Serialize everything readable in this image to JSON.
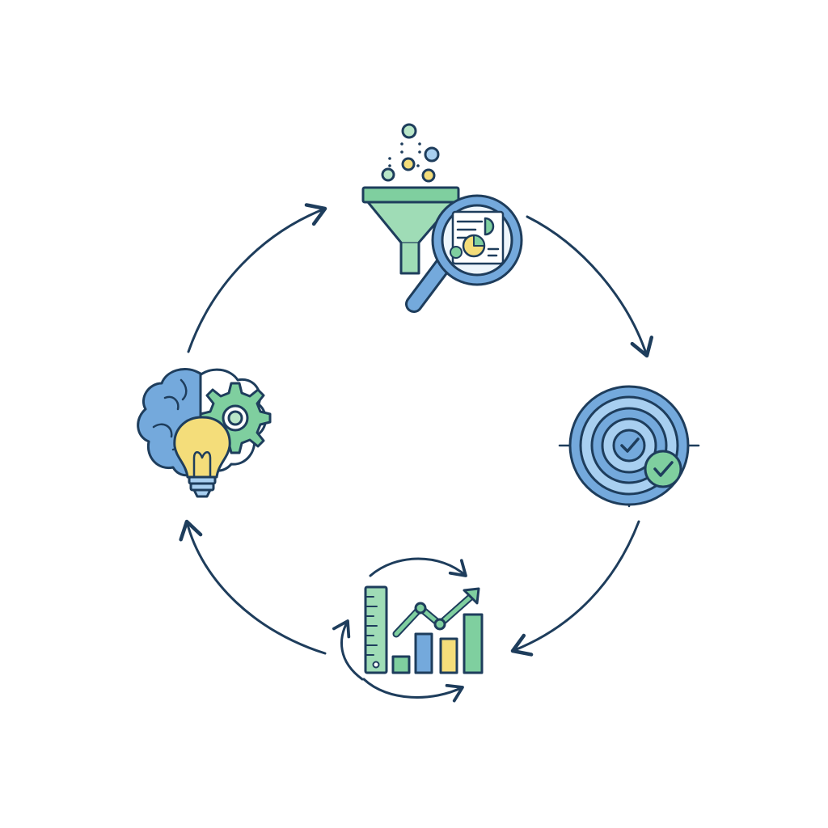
{
  "diagram": {
    "type": "cycle",
    "direction": "clockwise",
    "stages": [
      {
        "position": "top",
        "icon": "data-funnel-magnifier-icon"
      },
      {
        "position": "right",
        "icon": "target-check-icon"
      },
      {
        "position": "bottom",
        "icon": "measurement-growth-chart-icon"
      },
      {
        "position": "left",
        "icon": "brain-gear-lightbulb-icon"
      }
    ],
    "colors": {
      "outline": "#1e3d5c",
      "blue": "#74a9dc",
      "light_blue": "#a8cff0",
      "green": "#7fcf9f",
      "light_green": "#b9e6c8",
      "yellow": "#f4dd7a",
      "background": "#ffffff"
    }
  }
}
